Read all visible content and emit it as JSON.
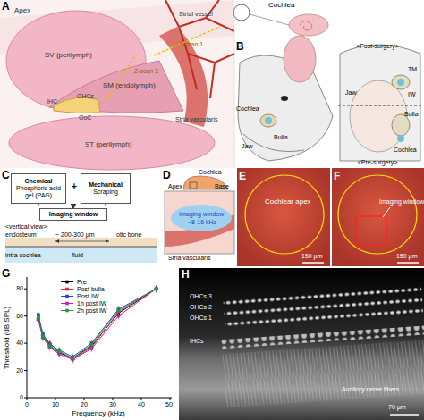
{
  "diagram": {
    "nodes": [
      {
        "text": [
          "Chemical",
          "Phosphoric acid gel (PAG)"
        ]
      },
      {
        "text": [
          "Mechanical",
          "Scraping"
        ]
      },
      {
        "text": [
          "Imaging window"
        ]
      }
    ],
    "edges": [
      {
        "from": 0,
        "to": 2,
        "arrow": "to"
      },
      {
        "from": 1,
        "to": 2,
        "arrow": "to"
      }
    ],
    "labels": [
      "A",
      "Apex",
      "SV (perilymph)",
      "SM (endolymph)",
      "IHC",
      "OHCs",
      "OoC",
      "Stria vascularis",
      "Strial vessel",
      "Z-scan 1",
      "Z-scan 2",
      "ST (perilymph)",
      "Cochlea",
      "B",
      "Cochlea",
      "Jaw",
      "Bulla",
      "<Post-surgery>",
      "<Pre-surgery>",
      "TM",
      "IW",
      "Bulla",
      "Jaw",
      "Cochlea",
      "C",
      "+",
      "<vertical view>",
      "endosteum",
      "~ 200-300 μm",
      "otic bone",
      "intra cochlea",
      "fluid",
      "D",
      "Cochlea",
      "Apex",
      "Base",
      "Imaging window",
      "~8-16 kHz",
      "Stria vascularis",
      "E",
      "Cochlear apex",
      "150 μm",
      "F",
      "Imaging window",
      "150 μm",
      "G",
      "Threshold (dB SPL)",
      "0",
      "20",
      "40",
      "60",
      "80",
      "0",
      "10",
      "20",
      "30",
      "40",
      "50",
      "Frequency (kHz)",
      "H",
      "OHCs 3",
      "OHCs 2",
      "OHCs 1",
      "IHCs",
      "Auditory nerve fibers",
      "70 μm"
    ],
    "legend": [
      {
        "text": "Pre"
      },
      {
        "text": "Post bulla"
      },
      {
        "text": "Post IW"
      },
      {
        "text": "1h post IW"
      },
      {
        "text": "2h post IW"
      }
    ]
  }
}
